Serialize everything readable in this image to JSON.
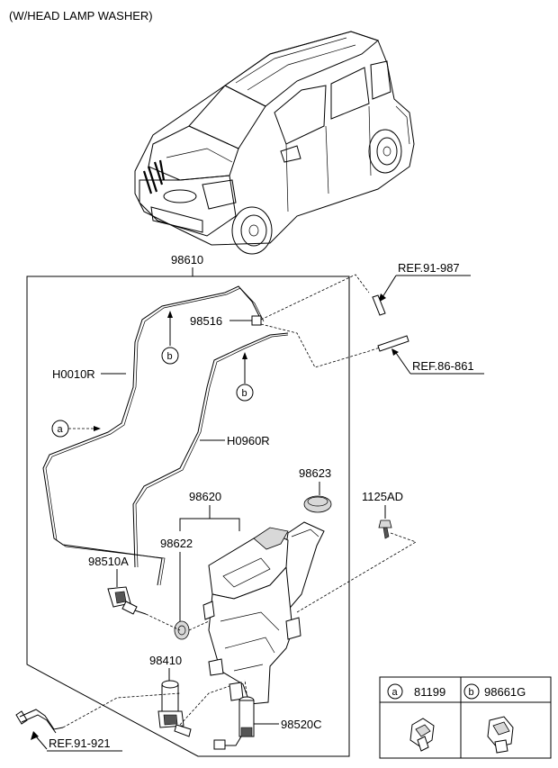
{
  "header": {
    "title": "(W/HEAD LAMP WASHER)"
  },
  "labels": {
    "assembly": "98610",
    "washer_hose_long": "H0010R",
    "washer_hose_short": "H0960R",
    "connector": "98516",
    "nozzle": "98510A",
    "reservoir": "98620",
    "grommet": "98622",
    "cap": "98623",
    "bolt": "1125AD",
    "pump": "98410",
    "level_sensor": "98520C"
  },
  "callouts": {
    "a": "a",
    "b": "b"
  },
  "references": {
    "ref_top": "REF.91-987",
    "ref_mid": "REF.86-861",
    "ref_bottom": "REF.91-921"
  },
  "legend": {
    "items": [
      {
        "key": "a",
        "part": "81199"
      },
      {
        "key": "b",
        "part": "98661G"
      }
    ]
  }
}
